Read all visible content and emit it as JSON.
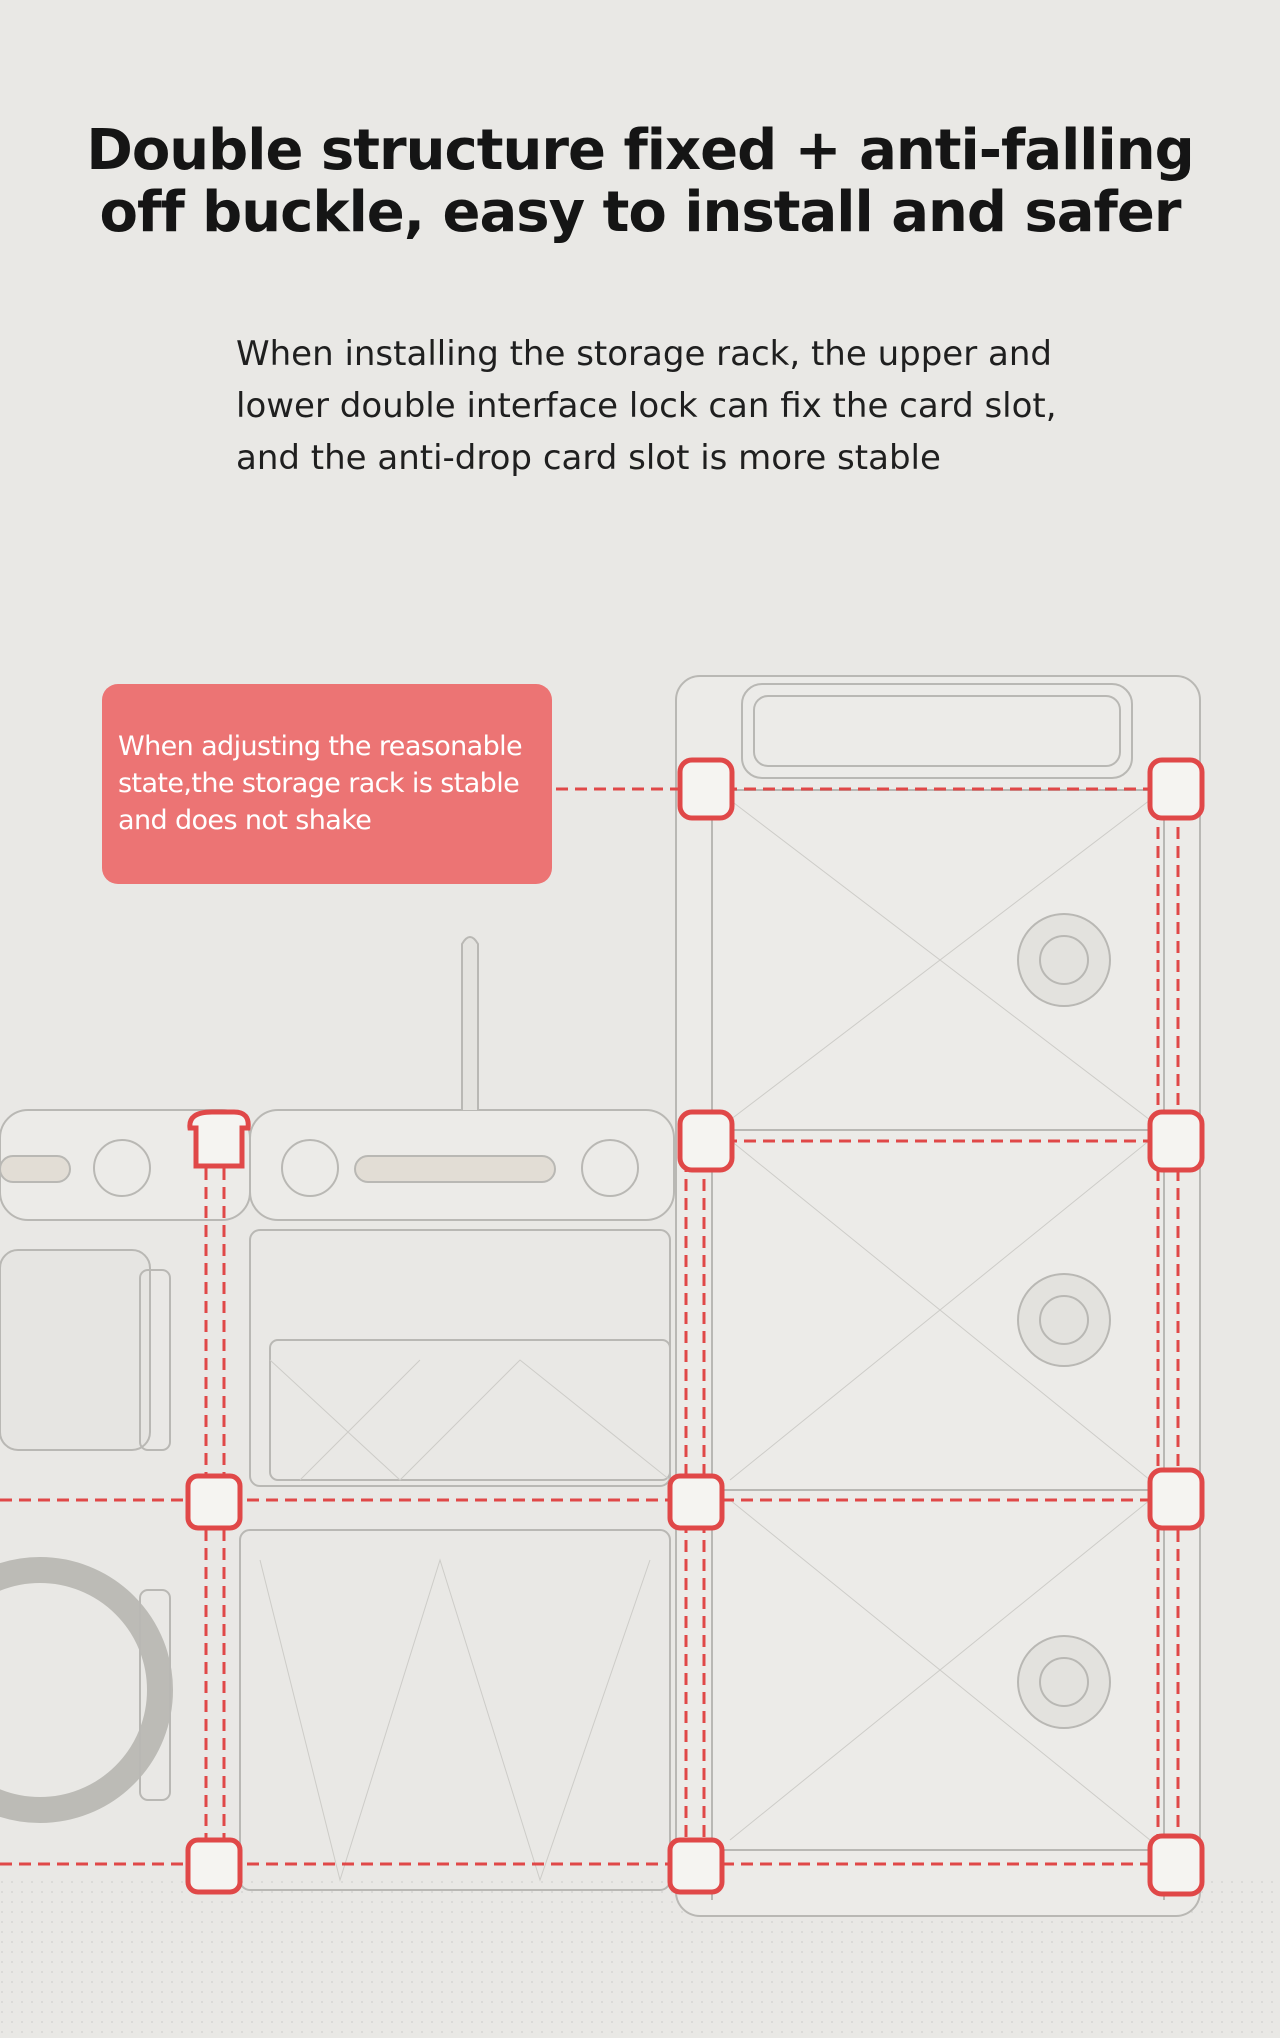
{
  "headline": {
    "line1": "Double structure fixed + anti-falling",
    "line2": "off buckle, easy to install and safer"
  },
  "description": {
    "line1": " When installing the storage rack, the upper and",
    "line2": "lower double interface lock can fix the card slot,",
    "line3": "and the anti-drop card slot is more stable"
  },
  "callout": {
    "line1": "When adjusting the reasonable",
    "line2": "state,the storage rack is stable",
    "line3": "and does not shake"
  },
  "colors": {
    "background": "#e9e8e5",
    "accent_red": "#e04848",
    "callout_bg": "#ec7474",
    "wireframe": "#b9b8b4"
  }
}
